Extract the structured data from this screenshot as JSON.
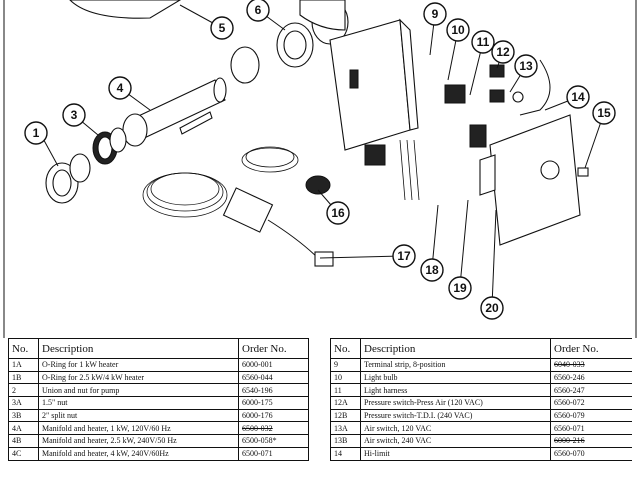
{
  "callouts": [
    "1",
    "3",
    "4",
    "5",
    "6",
    "9",
    "10",
    "11",
    "12",
    "13",
    "14",
    "15",
    "16",
    "17",
    "18",
    "19",
    "20"
  ],
  "table_headers": {
    "no": "No.",
    "description": "Description",
    "order": "Order No."
  },
  "left_table": [
    {
      "no": "1A",
      "desc": "O-Ring for 1 kW heater",
      "order": "6000-001",
      "struck": false
    },
    {
      "no": "1B",
      "desc": "O-Ring for 2.5 kW/4 kW heater",
      "order": "6560-044",
      "struck": false
    },
    {
      "no": "2",
      "desc": "Union and nut for pump",
      "order": "6540-196",
      "struck": false
    },
    {
      "no": "3A",
      "desc": "1.5\" nut",
      "order": "6000-175",
      "struck": false
    },
    {
      "no": "3B",
      "desc": "2\" split nut",
      "order": "6000-176",
      "struck": false
    },
    {
      "no": "4A",
      "desc": "Manifold and heater, 1 kW, 120V/60 Hz",
      "order": "6500-032",
      "struck": true
    },
    {
      "no": "4B",
      "desc": "Manifold and heater, 2.5 kW, 240V/50 Hz",
      "order": "6500-058*",
      "struck": false
    },
    {
      "no": "4C",
      "desc": "Manifold and heater, 4 kW, 240V/60Hz",
      "order": "6500-071",
      "struck": false
    }
  ],
  "right_table": [
    {
      "no": "9",
      "desc": "Terminal strip, 8-position",
      "order": "6040-033",
      "struck": true
    },
    {
      "no": "10",
      "desc": "Light bulb",
      "order": "6560-246",
      "struck": false
    },
    {
      "no": "11",
      "desc": "Light harness",
      "order": "6560-247",
      "struck": false
    },
    {
      "no": "12A",
      "desc": "Pressure switch-Press Air (120 VAC)",
      "order": "6560-072",
      "struck": false
    },
    {
      "no": "12B",
      "desc": "Pressure switch-T.D.I. (240 VAC)",
      "order": "6560-079",
      "struck": false
    },
    {
      "no": "13A",
      "desc": "Air switch, 120 VAC",
      "order": "6560-071",
      "struck": false
    },
    {
      "no": "13B",
      "desc": "Air switch, 240 VAC",
      "order": "6000-216",
      "struck": true
    },
    {
      "no": "14",
      "desc": "Hi-limit",
      "order": "6560-070",
      "struck": false
    }
  ]
}
